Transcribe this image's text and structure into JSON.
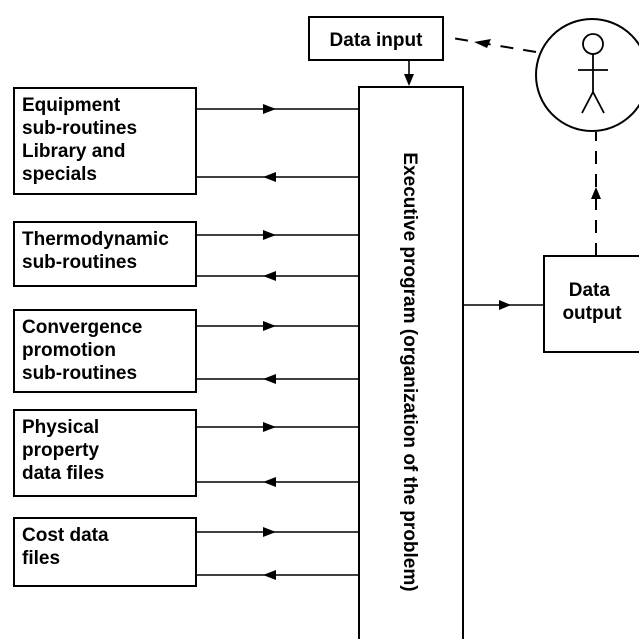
{
  "data_input": "Data input",
  "executive_program": "Executive program (organization of the problem)",
  "data_output": [
    "Data",
    "output"
  ],
  "modules": [
    {
      "lines": [
        "Equipment",
        "sub-routines",
        "Library and",
        "specials"
      ]
    },
    {
      "lines": [
        "Thermodynamic",
        "sub-routines"
      ]
    },
    {
      "lines": [
        "Convergence",
        "promotion",
        "sub-routines"
      ]
    },
    {
      "lines": [
        "Physical",
        "property",
        "data files"
      ]
    },
    {
      "lines": [
        "Cost data",
        "files"
      ]
    }
  ],
  "user_icon": "stick-figure-user-icon",
  "colors": {
    "stroke": "#000000",
    "background": "#ffffff"
  }
}
